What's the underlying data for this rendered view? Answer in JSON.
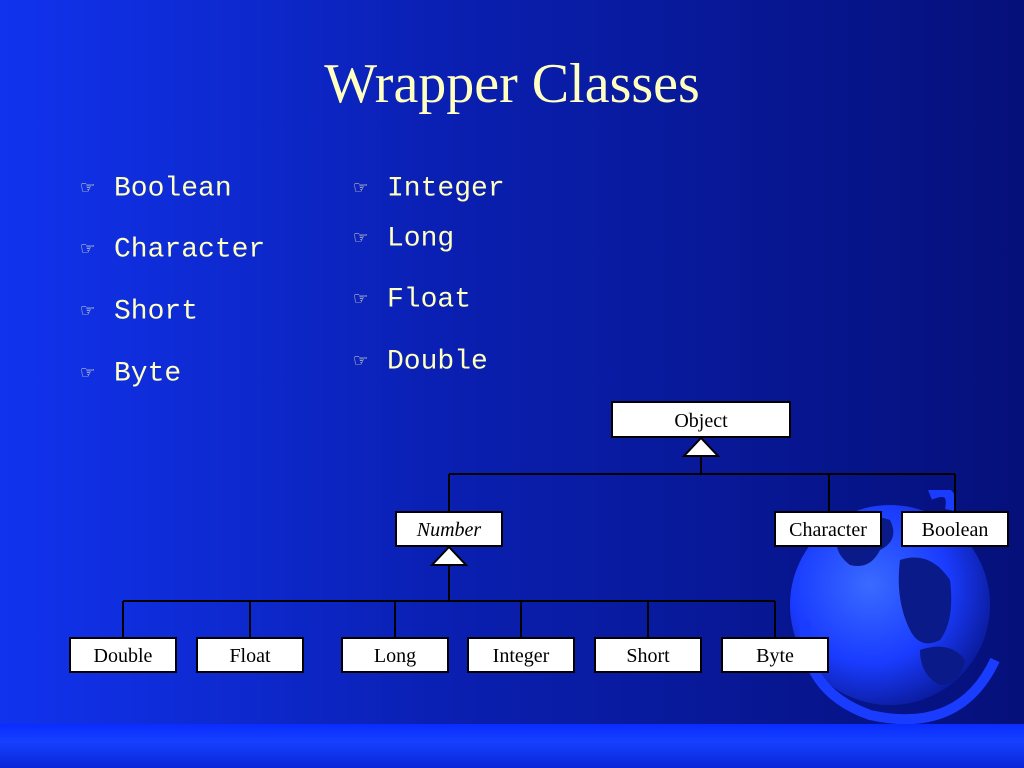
{
  "title": "Wrapper Classes",
  "bullets_left": [
    "Boolean",
    "Character",
    "Short",
    "Byte"
  ],
  "bullets_right": [
    "Integer",
    "Long",
    "Float",
    "Double"
  ],
  "bullet_icon": "pointing-hand-icon",
  "diagram": {
    "root": "Object",
    "middle": [
      "Number",
      "Character",
      "Boolean"
    ],
    "number_children": [
      "Double",
      "Float",
      "Long",
      "Integer",
      "Short",
      "Byte"
    ]
  },
  "colors": {
    "background": "#0a1fb0",
    "title_text": "#ffffc0",
    "box_fill": "#ffffff",
    "line": "#000000"
  }
}
